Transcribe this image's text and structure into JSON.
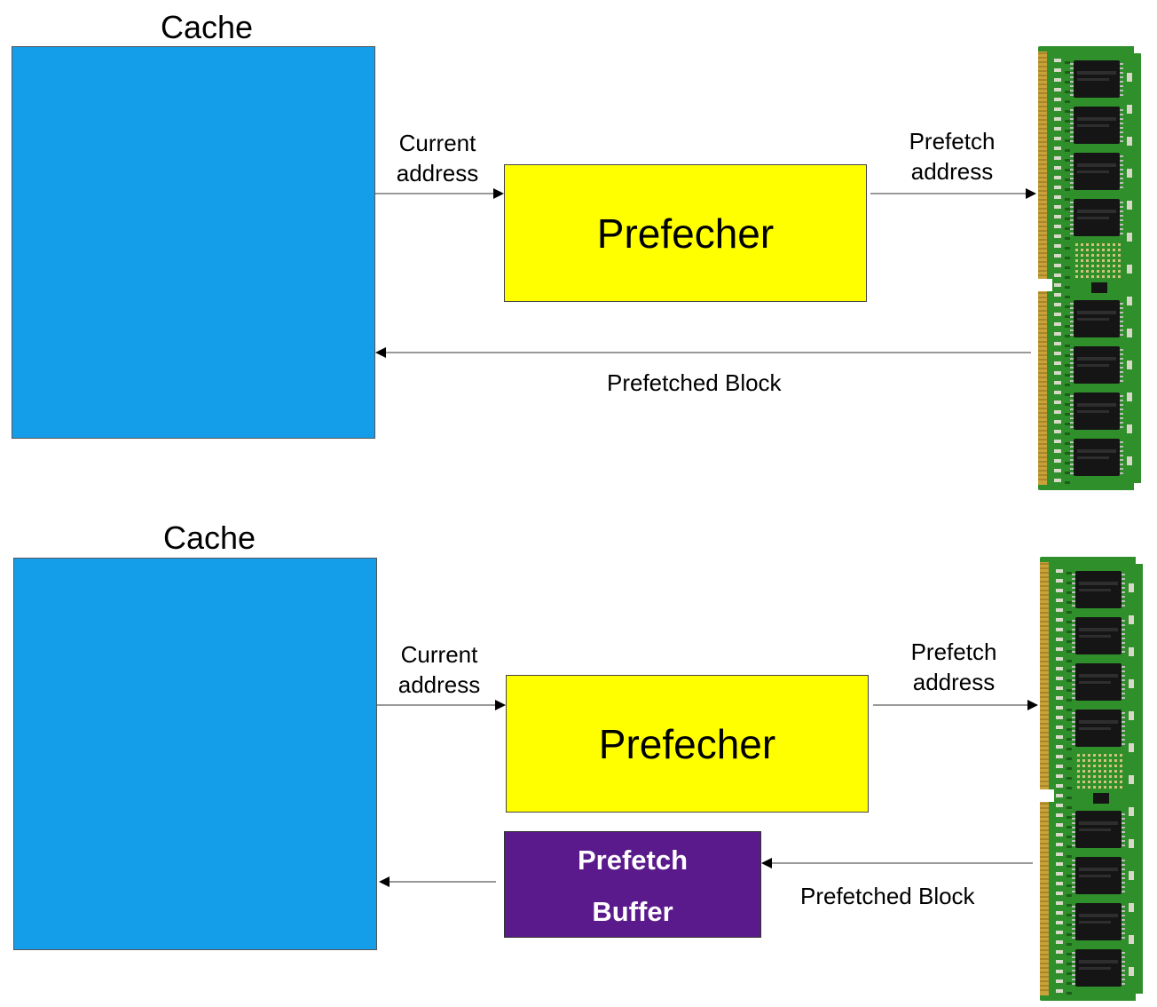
{
  "top": {
    "cache_label": "Cache",
    "current_address": [
      "Current",
      "address"
    ],
    "prefetcher_label": "Prefecher",
    "prefetch_address": [
      "Prefetch",
      "address"
    ],
    "prefetched_block": "Prefetched Block"
  },
  "bottom": {
    "cache_label": "Cache",
    "current_address": [
      "Current",
      "address"
    ],
    "prefetcher_label": "Prefecher",
    "prefetch_address": [
      "Prefetch",
      "address"
    ],
    "prefetched_block": "Prefetched Block",
    "buffer_label": [
      "Prefetch",
      "Buffer"
    ]
  },
  "colors": {
    "cache": "#149ee9",
    "prefetcher": "#ffff00",
    "buffer": "#5a1a8c",
    "ram_pcb": "#2f8f2a"
  }
}
